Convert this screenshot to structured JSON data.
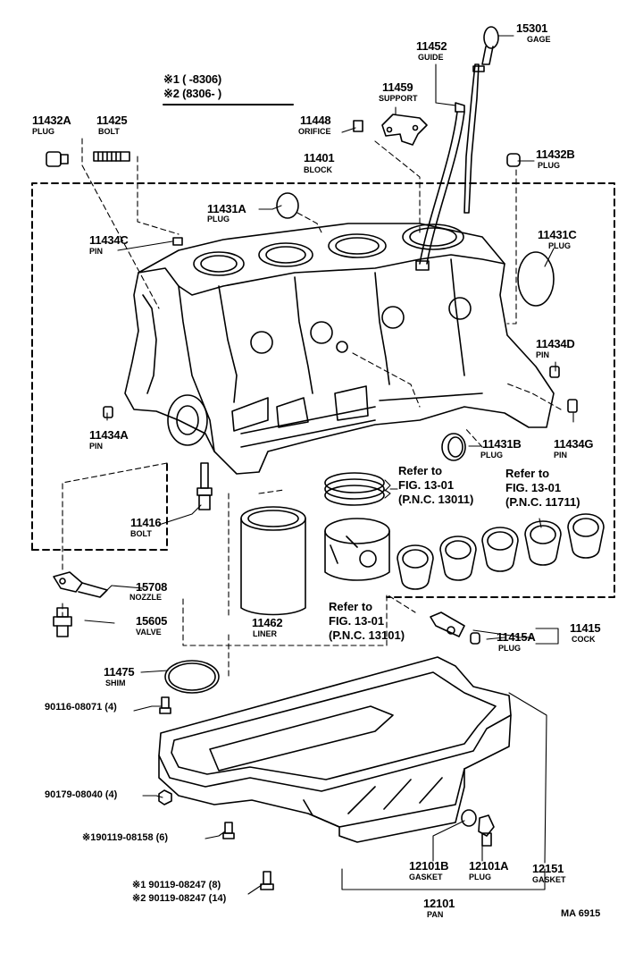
{
  "header": {
    "note1": "※1 (      -8306)",
    "note2": "※2 (8306-      )"
  },
  "parts": {
    "p15301": {
      "pn": "15301",
      "name": "GAGE"
    },
    "p11452": {
      "pn": "11452",
      "name": "GUIDE"
    },
    "p11459": {
      "pn": "11459",
      "name": "SUPPORT"
    },
    "p11432a": {
      "pn": "11432A",
      "name": "PLUG"
    },
    "p11425": {
      "pn": "11425",
      "name": "BOLT"
    },
    "p11448": {
      "pn": "11448",
      "name": "ORIFICE"
    },
    "p11401": {
      "pn": "11401",
      "name": "BLOCK"
    },
    "p11432b": {
      "pn": "11432B",
      "name": "PLUG"
    },
    "p11431a": {
      "pn": "11431A",
      "name": "PLUG"
    },
    "p11434c": {
      "pn": "11434C",
      "name": "PIN"
    },
    "p11431c": {
      "pn": "11431C",
      "name": "PLUG"
    },
    "p11434d": {
      "pn": "11434D",
      "name": "PIN"
    },
    "p11434a": {
      "pn": "11434A",
      "name": "PIN"
    },
    "p11431b": {
      "pn": "11431B",
      "name": "PLUG"
    },
    "p11434g": {
      "pn": "11434G",
      "name": "PIN"
    },
    "p11416": {
      "pn": "11416",
      "name": "BOLT"
    },
    "p15708": {
      "pn": "15708",
      "name": "NOZZLE"
    },
    "p15605": {
      "pn": "15605",
      "name": "VALVE"
    },
    "p11462": {
      "pn": "11462",
      "name": "LINER"
    },
    "p11415": {
      "pn": "11415",
      "name": "COCK"
    },
    "p11415a": {
      "pn": "11415A",
      "name": "PLUG"
    },
    "p11475": {
      "pn": "11475",
      "name": "SHIM"
    },
    "p12101b": {
      "pn": "12101B",
      "name": "GASKET"
    },
    "p12101a": {
      "pn": "12101A",
      "name": "PLUG"
    },
    "p12151": {
      "pn": "12151",
      "name": "GASKET"
    },
    "p12101": {
      "pn": "12101",
      "name": "PAN"
    }
  },
  "refs": {
    "r1": {
      "l1": "Refer to",
      "l2": "FIG. 13-01",
      "l3": "(P.N.C. 13011)"
    },
    "r2": {
      "l1": "Refer to",
      "l2": "FIG. 13-01",
      "l3": "(P.N.C. 11711)"
    },
    "r3": {
      "l1": "Refer to",
      "l2": "FIG. 13-01",
      "l3": "(P.N.C. 13101)"
    }
  },
  "fasteners": {
    "f1": "90116-08071 (4)",
    "f2": "90179-08040 (4)",
    "f3": "※190119-08158 (6)",
    "f4": "※1 90119-08247 (8)",
    "f5": "※2 90119-08247 (14)"
  },
  "footer": {
    "code": "MA  6915"
  }
}
